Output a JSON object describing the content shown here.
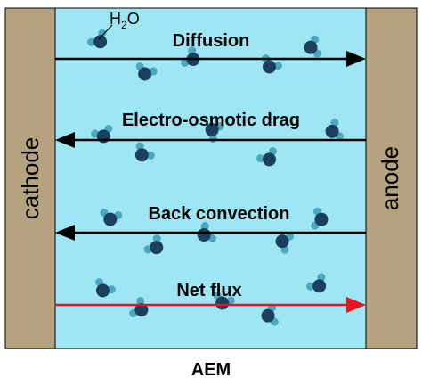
{
  "electrodes": {
    "left": {
      "label": "cathode"
    },
    "right": {
      "label": "anode"
    }
  },
  "membrane": {
    "label": "AEM"
  },
  "molecule_label": {
    "prefix": "H",
    "subscript": "2",
    "suffix": "O"
  },
  "fluxes": [
    {
      "label": "Diffusion",
      "direction": "right",
      "color": "#000000"
    },
    {
      "label": "Electro-osmotic drag",
      "direction": "left",
      "color": "#000000"
    },
    {
      "label": "Back convection",
      "direction": "left",
      "color": "#000000"
    },
    {
      "label": "Net flux",
      "direction": "right",
      "color": "#e8141c"
    }
  ],
  "colors": {
    "membrane_fill": "#9fe6f5",
    "electrode_fill": "#b5a37f",
    "outline": "#000000",
    "oxygen": "#1b3f5e",
    "hydrogen": "#4aa7bc",
    "net_flux": "#e8141c"
  }
}
